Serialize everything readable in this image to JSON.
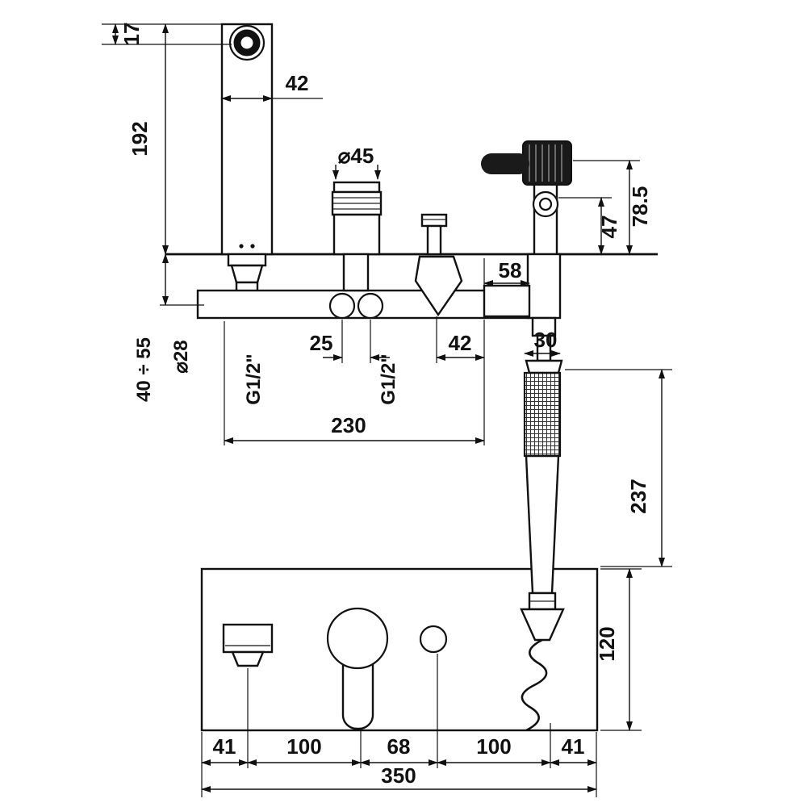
{
  "drawing": {
    "dims": {
      "spout_tip": "17",
      "spout_width": "42",
      "spout_height": "192",
      "handle_diameter": "⌀45",
      "bracket_height": "78.5",
      "bracket_drop": "47",
      "outlet_offset": "58",
      "inlet_spacing": "25",
      "diverter_offset": "42",
      "handshower_diameter": "30",
      "thread_left": "G1/2\"",
      "thread_right": "G1/2\"",
      "hole_diameter": "⌀28",
      "deck_thickness": "40 ÷ 55",
      "body_length": "230",
      "hose_drop": "237",
      "panel_height": "120",
      "seg1": "41",
      "seg2": "100",
      "seg3": "68",
      "seg4": "100",
      "seg5": "41",
      "total_width": "350"
    }
  }
}
